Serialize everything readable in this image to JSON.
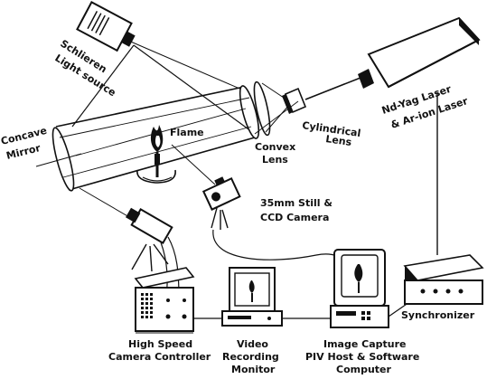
{
  "labels": {
    "schlieren_line1": "Schlieren",
    "schlieren_line2": "Light source",
    "concave_line1": "Concave",
    "concave_line2": "Mirror",
    "flame": "Flame",
    "convex_line1": "Convex",
    "convex_line2": "Lens",
    "cylindrical_line1": "Cylindrical",
    "cylindrical_line2": "Lens",
    "laser_line1": "Nd-Yag Laser",
    "laser_line2": "& Ar-ion Laser",
    "camera35_line1": "35mm Still &",
    "camera35_line2": "CCD Camera",
    "highspeed_line1": "High Speed",
    "highspeed_line2": "Camera Controller",
    "video_line1": "Video",
    "video_line2": "Recording",
    "video_line3": "Monitor",
    "capture_line1": "Image Capture",
    "capture_line2": "PIV Host & Software",
    "capture_line3": "Computer",
    "synchronizer": "Synchronizer"
  },
  "colors": {
    "ink": "#111111",
    "paper": "#ffffff"
  }
}
